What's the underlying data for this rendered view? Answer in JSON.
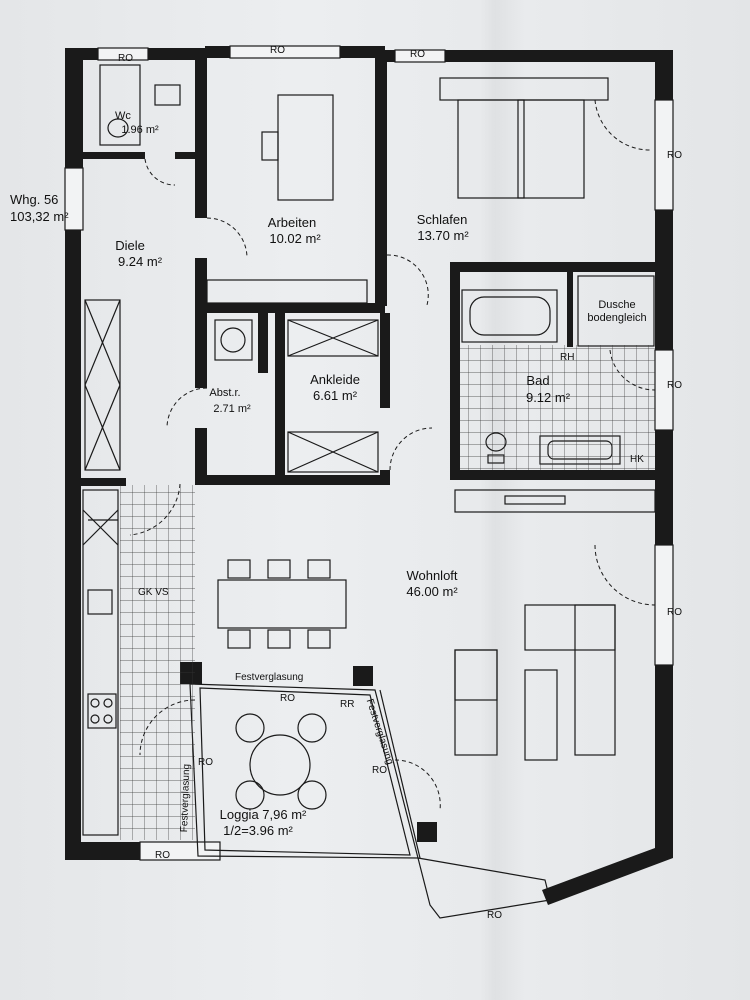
{
  "unit": {
    "name": "Whg. 56",
    "area": "103,32 m²"
  },
  "rooms": {
    "wc": {
      "name": "Wc",
      "area": "1.96 m²"
    },
    "arbeiten": {
      "name": "Arbeiten",
      "area": "10.02 m²"
    },
    "schlafen": {
      "name": "Schlafen",
      "area": "13.70 m²"
    },
    "diele": {
      "name": "Diele",
      "area": "9.24 m²"
    },
    "dusche": {
      "line1": "Dusche",
      "line2": "bodengleich"
    },
    "bad": {
      "name": "Bad",
      "area": "9.12 m²"
    },
    "abstr": {
      "name": "Abst.r.",
      "area": "2.71 m²"
    },
    "ankleide": {
      "name": "Ankleide",
      "area": "6.61 m²"
    },
    "wohnloft": {
      "name": "Wohnloft",
      "area": "46.00 m²"
    },
    "loggia": {
      "name": "Loggia 7,96 m²",
      "half": "1/2=3.96 m²"
    }
  },
  "annotations": {
    "ro": "RO",
    "rr": "RR",
    "rh": "RH",
    "hk": "HK",
    "gkvs": "GK VS",
    "festverglasung": "Festverglasung"
  }
}
